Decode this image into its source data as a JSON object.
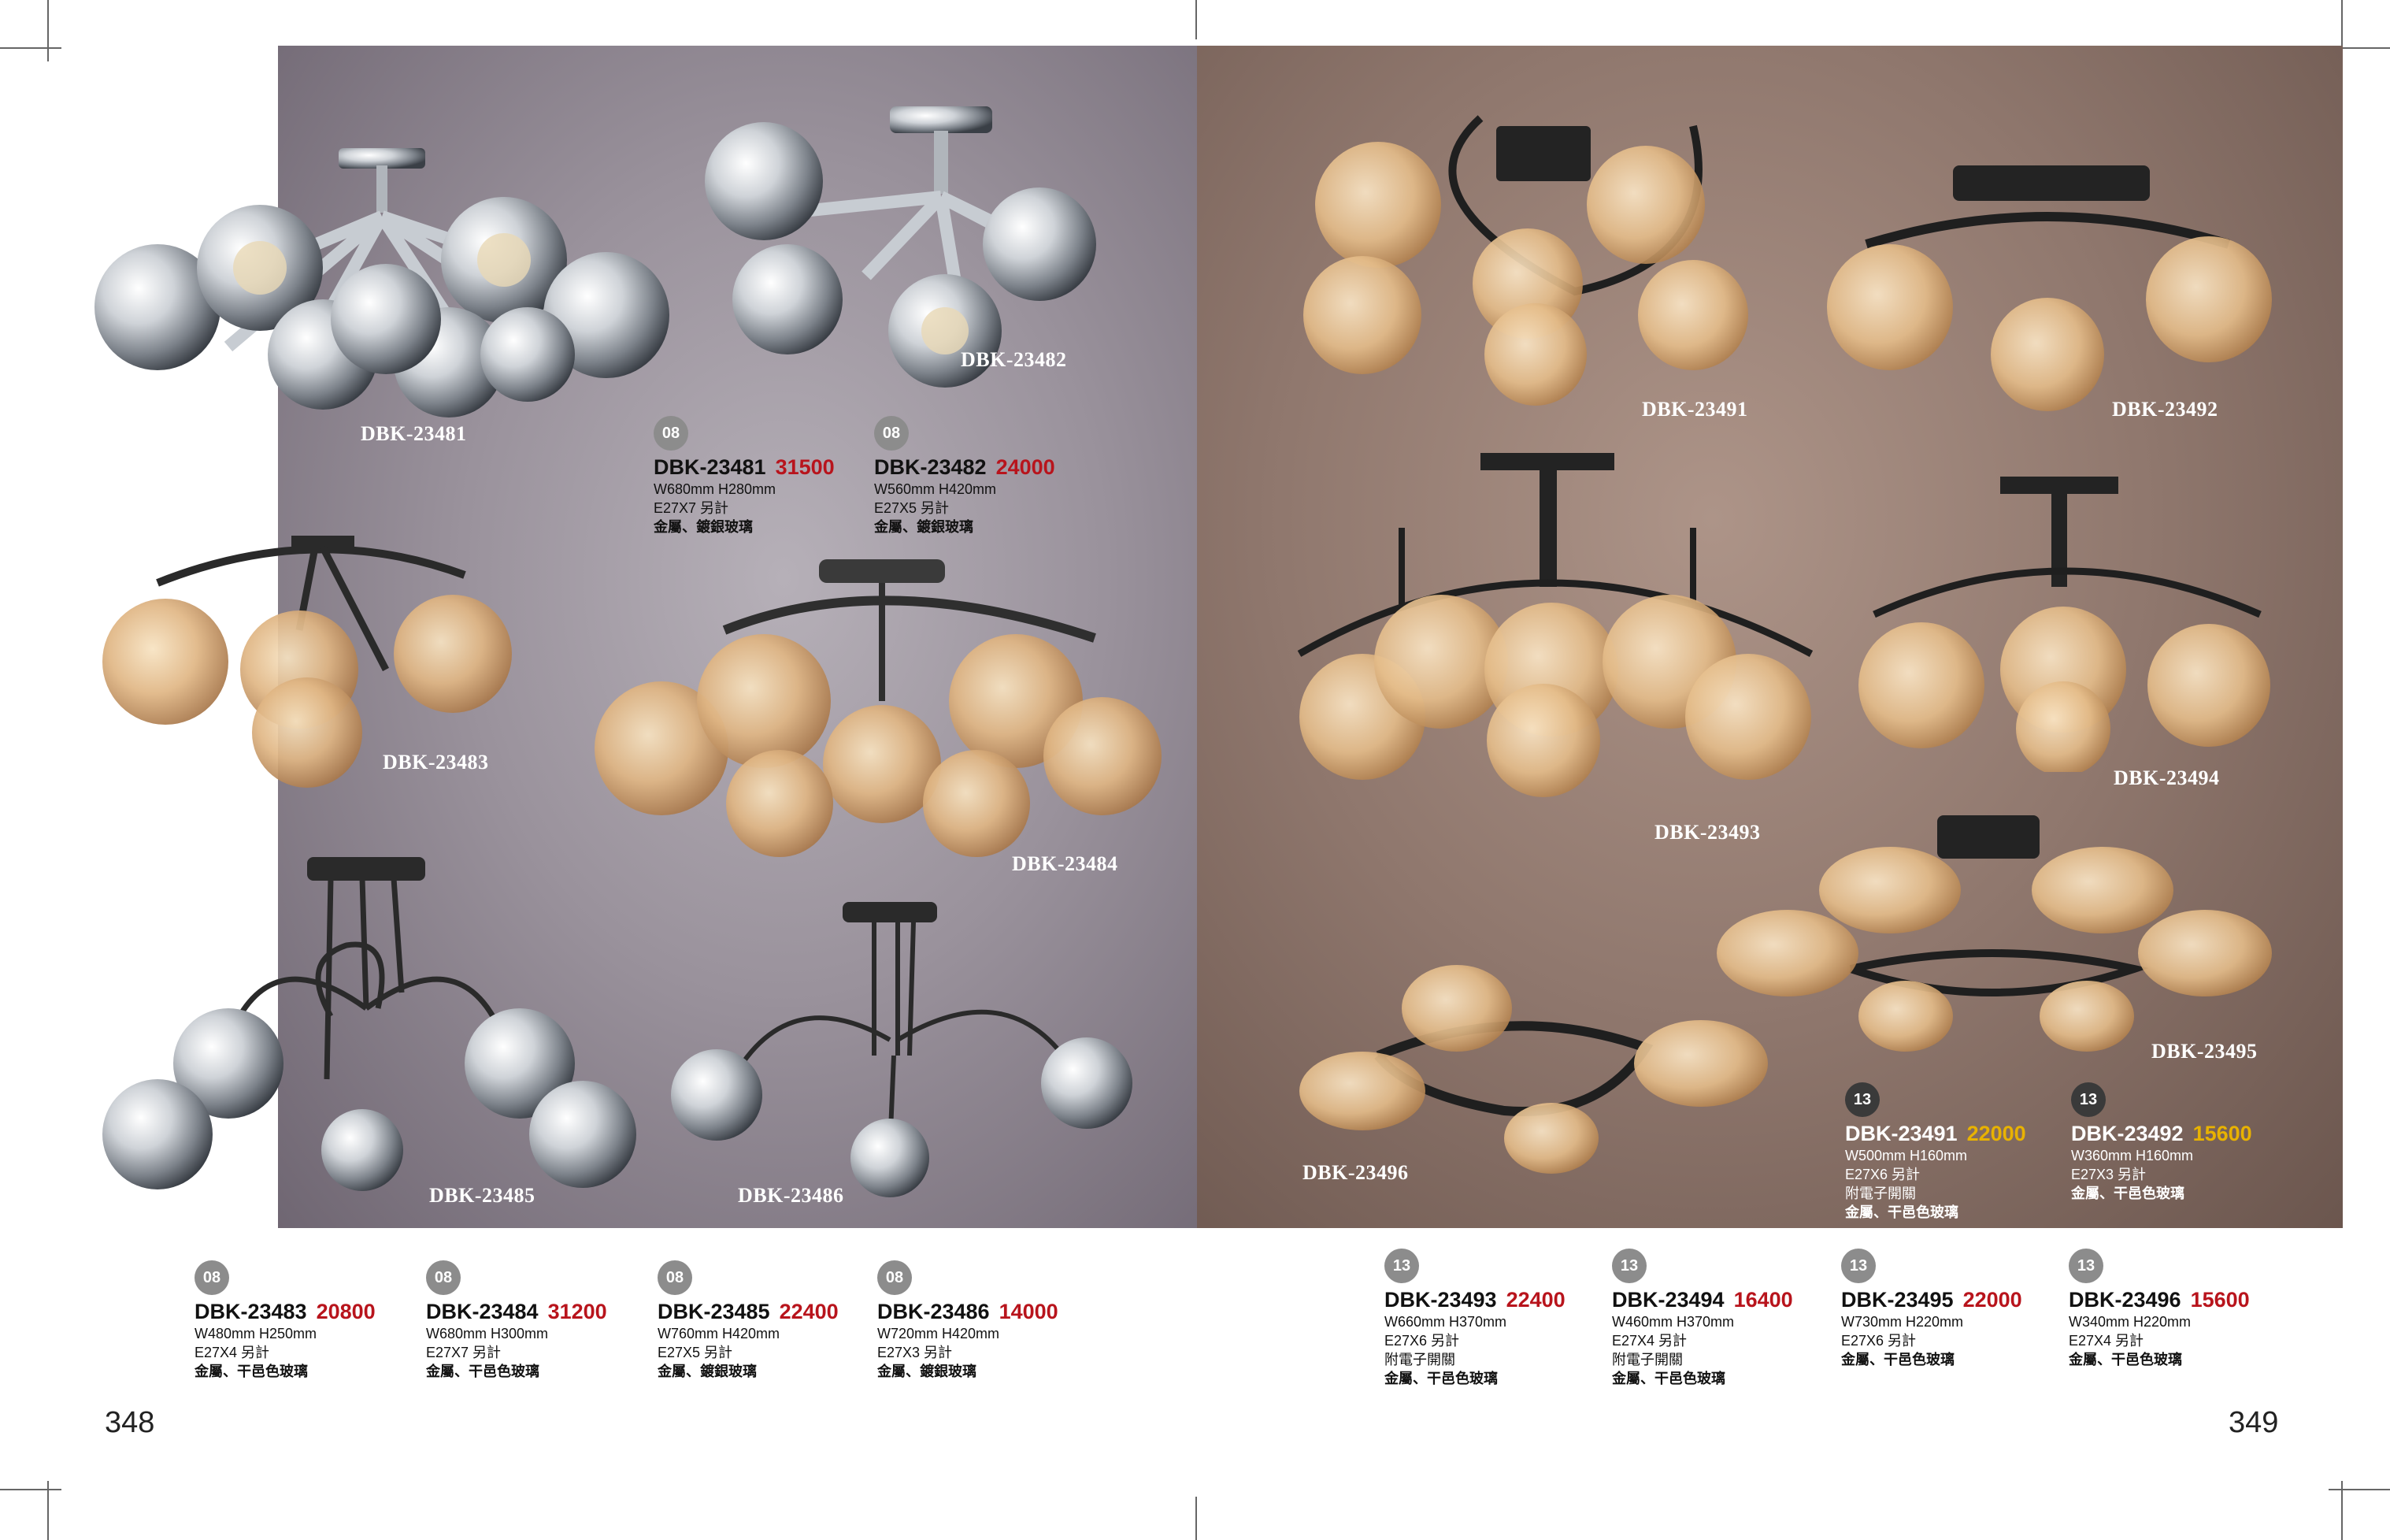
{
  "pages": {
    "left": "348",
    "right": "349"
  },
  "colors": {
    "price_red": "#b8141c",
    "price_gold": "#e8b200",
    "badge": "#8c8c8c"
  },
  "figure_labels": {
    "l1": "DBK-23481",
    "l2": "DBK-23482",
    "l3": "DBK-23483",
    "l4": "DBK-23484",
    "l5": "DBK-23485",
    "l6": "DBK-23486",
    "r1": "DBK-23491",
    "r2": "DBK-23492",
    "r3": "DBK-23493",
    "r4": "DBK-23494",
    "r5": "DBK-23495",
    "r6": "DBK-23496"
  },
  "products": {
    "p23481": {
      "badge": "08",
      "model": "DBK-23481",
      "price": "31500",
      "size": "W680mm H280mm",
      "bulb": "E27X7 另計",
      "extra": "",
      "material": "金屬、鍍銀玻璃"
    },
    "p23482": {
      "badge": "08",
      "model": "DBK-23482",
      "price": "24000",
      "size": "W560mm H420mm",
      "bulb": "E27X5 另計",
      "extra": "",
      "material": "金屬、鍍銀玻璃"
    },
    "p23483": {
      "badge": "08",
      "model": "DBK-23483",
      "price": "20800",
      "size": "W480mm H250mm",
      "bulb": "E27X4 另計",
      "extra": "",
      "material": "金屬、干邑色玻璃"
    },
    "p23484": {
      "badge": "08",
      "model": "DBK-23484",
      "price": "31200",
      "size": "W680mm H300mm",
      "bulb": "E27X7 另計",
      "extra": "",
      "material": "金屬、干邑色玻璃"
    },
    "p23485": {
      "badge": "08",
      "model": "DBK-23485",
      "price": "22400",
      "size": "W760mm H420mm",
      "bulb": "E27X5 另計",
      "extra": "",
      "material": "金屬、鍍銀玻璃"
    },
    "p23486": {
      "badge": "08",
      "model": "DBK-23486",
      "price": "14000",
      "size": "W720mm H420mm",
      "bulb": "E27X3 另計",
      "extra": "",
      "material": "金屬、鍍銀玻璃"
    },
    "p23491": {
      "badge": "13",
      "model": "DBK-23491",
      "price": "22000",
      "size": "W500mm H160mm",
      "bulb": "E27X6 另計",
      "extra": "附電子開關",
      "material": "金屬、干邑色玻璃"
    },
    "p23492": {
      "badge": "13",
      "model": "DBK-23492",
      "price": "15600",
      "size": "W360mm H160mm",
      "bulb": "E27X3 另計",
      "extra": "",
      "material": "金屬、干邑色玻璃"
    },
    "p23493": {
      "badge": "13",
      "model": "DBK-23493",
      "price": "22400",
      "size": "W660mm H370mm",
      "bulb": "E27X6 另計",
      "extra": "附電子開關",
      "material": "金屬、干邑色玻璃"
    },
    "p23494": {
      "badge": "13",
      "model": "DBK-23494",
      "price": "16400",
      "size": "W460mm H370mm",
      "bulb": "E27X4 另計",
      "extra": "附電子開關",
      "material": "金屬、干邑色玻璃"
    },
    "p23495": {
      "badge": "13",
      "model": "DBK-23495",
      "price": "22000",
      "size": "W730mm H220mm",
      "bulb": "E27X6 另計",
      "extra": "",
      "material": "金屬、干邑色玻璃"
    },
    "p23496": {
      "badge": "13",
      "model": "DBK-23496",
      "price": "15600",
      "size": "W340mm H220mm",
      "bulb": "E27X4 另計",
      "extra": "",
      "material": "金屬、干邑色玻璃"
    }
  }
}
